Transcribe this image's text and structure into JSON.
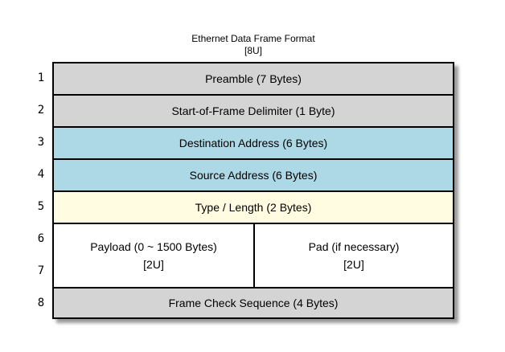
{
  "title": {
    "line1": "Ethernet Data Frame Format",
    "line2": "[8U]"
  },
  "frame": {
    "row_numbers": [
      "1",
      "2",
      "3",
      "4",
      "5",
      "6",
      "7",
      "8"
    ],
    "rows": [
      {
        "label": "Preamble (7 Bytes)",
        "color": "#d4d4d4"
      },
      {
        "label": "Start-of-Frame Delimiter (1 Byte)",
        "color": "#d4d4d4"
      },
      {
        "label": "Destination Address (6 Bytes)",
        "color": "#add8e6"
      },
      {
        "label": "Source Address (6 Bytes)",
        "color": "#add8e6"
      },
      {
        "label": "Type / Length (2 Bytes)",
        "color": "#fffce1"
      },
      {
        "cells": [
          {
            "label": "Payload (0 ~ 1500 Bytes)",
            "sublabel": "[2U]",
            "color": "#ffffff"
          },
          {
            "label": "Pad (if necessary)",
            "sublabel": "[2U]",
            "color": "#ffffff"
          }
        ]
      },
      {
        "label": "Frame Check Sequence (4 Bytes)",
        "color": "#d4d4d4"
      }
    ],
    "border_color": "#000000",
    "background_color": "#ffffff"
  }
}
